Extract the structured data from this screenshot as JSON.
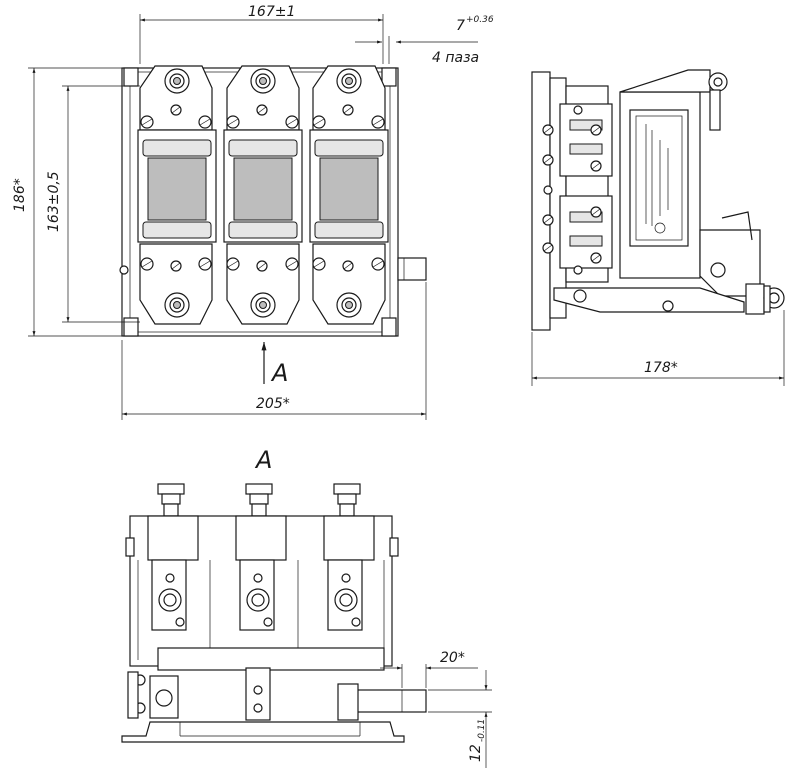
{
  "dimensions": {
    "top_width": "167±1",
    "slot_width": "7",
    "slot_tol": "+0.36",
    "slot_count": "4 паза",
    "overall_height": "186*",
    "mount_height": "163±0,5",
    "overall_width": "205*",
    "side_depth": "178*",
    "shaft_length": "20*",
    "shaft_height": "12",
    "shaft_tol": "-0.11"
  },
  "views": {
    "arrow_label": "A",
    "view_a_title": "A"
  },
  "colors": {
    "line": "#1a1a1a",
    "background": "#ffffff"
  }
}
